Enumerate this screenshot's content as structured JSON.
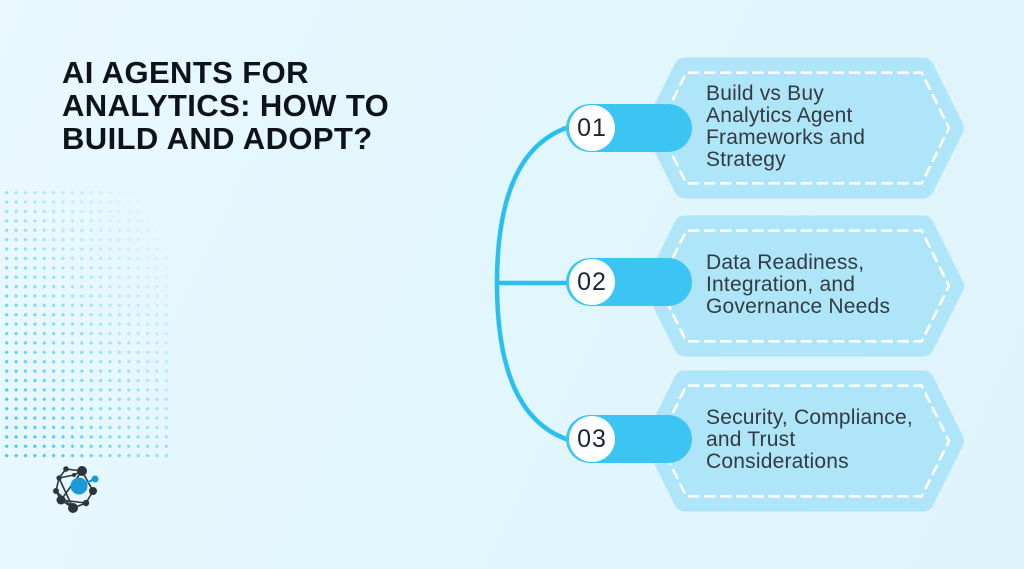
{
  "title": "AI AGENTS FOR\nANALYTICS: HOW TO\nBUILD AND ADOPT?",
  "items": [
    {
      "number": "01",
      "label": "Build vs Buy\nAnalytics Agent\nFrameworks and\nStrategy"
    },
    {
      "number": "02",
      "label": "Data Readiness,\nIntegration, and\nGovernance Needs"
    },
    {
      "number": "03",
      "label": "Security, Compliance,\nand Trust\nConsiderations"
    }
  ],
  "icons": {
    "logo": "network-logo-icon"
  },
  "colors": {
    "background": "#e2f6fd",
    "card_fill": "#aee5f8",
    "card_dash": "#ffffff",
    "pill_accent": "#3cc5f3",
    "connector": "#29bff0",
    "title_text": "#0d1318",
    "card_text": "#333a41",
    "number_text": "#1b2730",
    "dots": "#3fc5f1",
    "logo_dark": "#2e343b",
    "logo_blue": "#1a9ad6"
  }
}
